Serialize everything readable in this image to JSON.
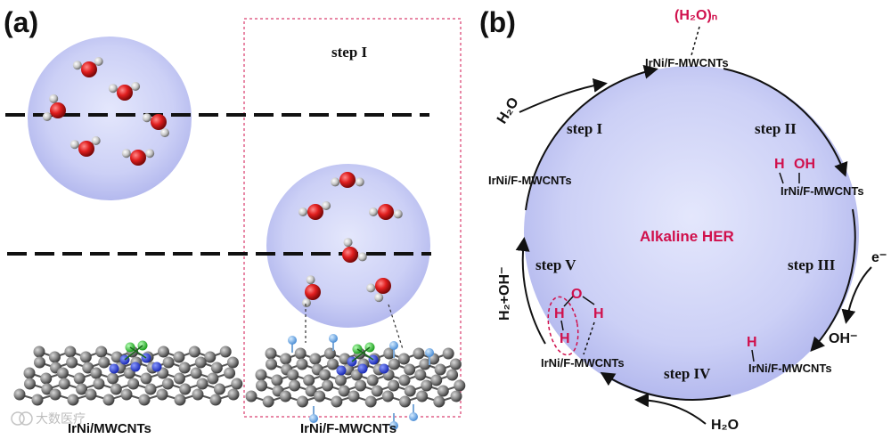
{
  "panel_a": {
    "label": "(a)",
    "step_label": "step I",
    "left_substrate_label": "IrNi/MWCNTs",
    "right_substrate_label": "IrNi/F-MWCNTs"
  },
  "panel_b": {
    "label": "(b)",
    "center_label": "Alkaline HER",
    "steps": [
      "step I",
      "step II",
      "step III",
      "step IV",
      "step V"
    ],
    "catalyst": "IrNi/F-MWCNTs",
    "top_species": "(H₂O)ₙ",
    "h2o_in_top": "H₂O",
    "h2o_in_bottom": "H₂O",
    "electron": "e⁻",
    "hydroxide_out": "OH⁻",
    "products": "H₂+OH⁻",
    "adsorbed_H": "H",
    "adsorbed_OH": "OH",
    "water_O": "O"
  },
  "watermark": "大数医疗",
  "colors": {
    "sphere_center": "#dfe3fb",
    "sphere_edge": "#b4b9ee",
    "accent_red": "#d0104c",
    "oxygen": "#d81e1e",
    "hydrogen": "#c8c8c8",
    "carbon": "#7a7a7a"
  }
}
